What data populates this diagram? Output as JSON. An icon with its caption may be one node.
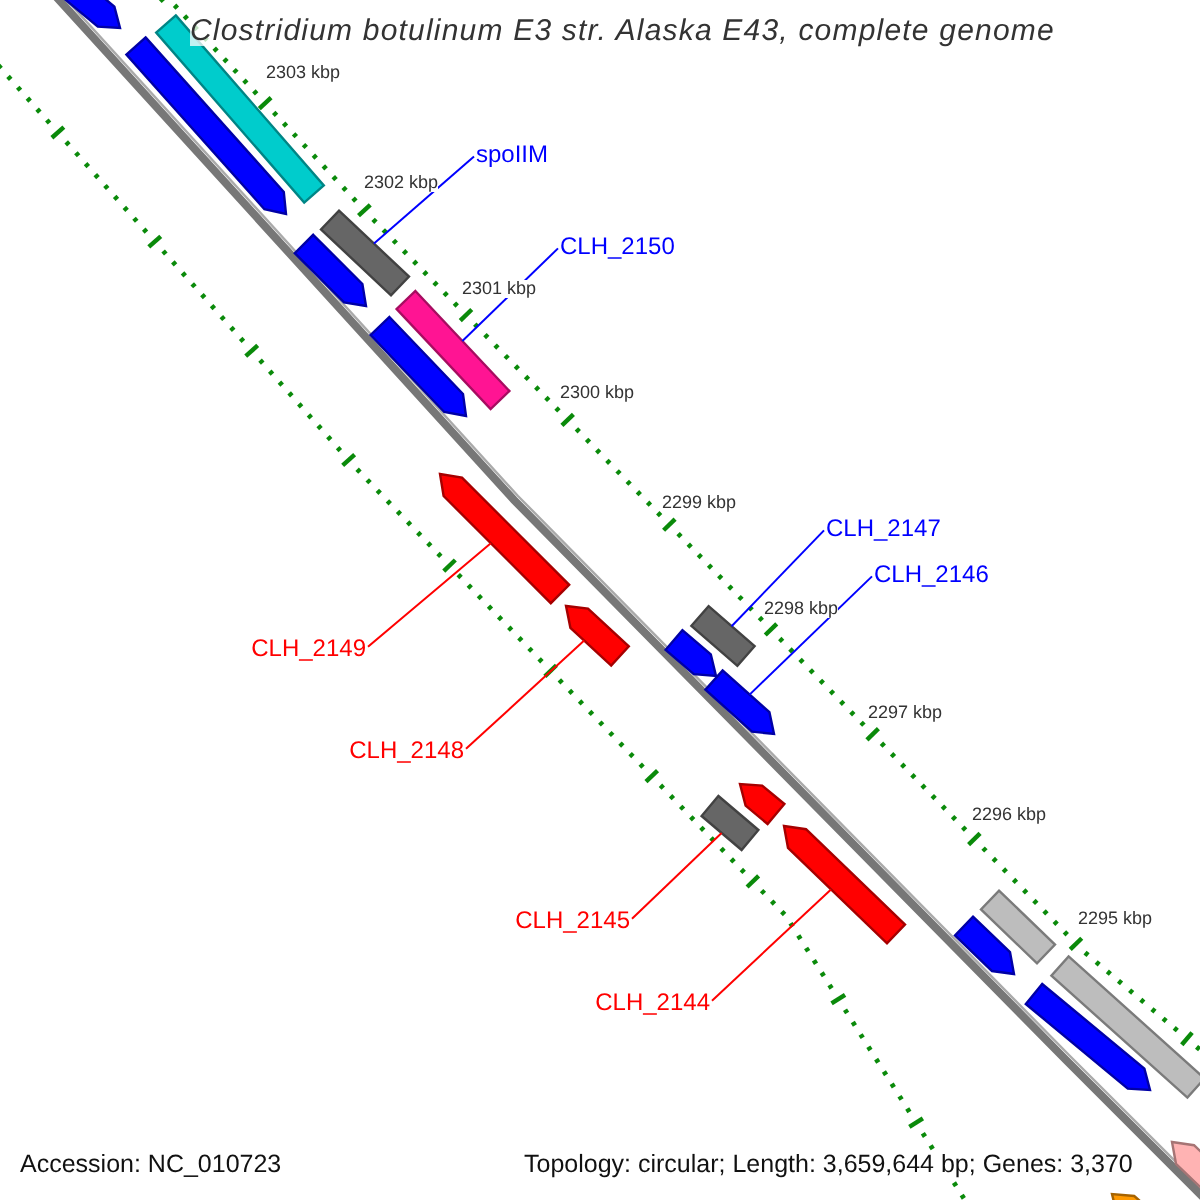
{
  "diagram": {
    "title": "Clostridium botulinum E3 str. Alaska E43, complete genome",
    "nodes": [
      {
        "text": [
          "spoIIM"
        ]
      },
      {
        "text": [],
        "shape": "bar"
      },
      {
        "text": [
          "CLH_2150"
        ]
      },
      {
        "text": [],
        "shape": "bar"
      },
      {
        "text": [
          "CLH_2147"
        ]
      },
      {
        "text": [],
        "shape": "bar"
      },
      {
        "text": [
          "CLH_2146"
        ]
      },
      {
        "text": [],
        "shape": "bar"
      },
      {
        "text": [
          "CLH_2149"
        ]
      },
      {
        "text": [],
        "shape": "bar"
      },
      {
        "text": [
          "CLH_2148"
        ]
      },
      {
        "text": [],
        "shape": "bar"
      },
      {
        "text": [
          "CLH_2145"
        ]
      },
      {
        "text": [],
        "shape": "bar"
      },
      {
        "text": [
          "CLH_2144"
        ]
      },
      {
        "text": [],
        "shape": "bar"
      },
      {
        "text": [],
        "shape": "bar"
      },
      {
        "text": [],
        "shape": "bar"
      },
      {
        "text": [],
        "shape": "bar"
      },
      {
        "text": [],
        "shape": "bar"
      },
      {
        "text": [],
        "shape": "bar"
      },
      {
        "text": [],
        "shape": "bar"
      },
      {
        "text": [],
        "shape": "bar"
      },
      {
        "text": [],
        "shape": "bar"
      },
      {
        "text": [],
        "shape": "bar"
      },
      {
        "text": [],
        "shape": "bar"
      },
      {
        "text": [],
        "shape": "bar"
      },
      {
        "text": [],
        "shape": "bar"
      },
      {
        "text": [],
        "shape": "bar"
      }
    ],
    "edges": [
      {
        "from": 0,
        "to": 1,
        "arrow": "none",
        "color": "#0000ff"
      },
      {
        "from": 2,
        "to": 3,
        "arrow": "none",
        "color": "#0000ff"
      },
      {
        "from": 4,
        "to": 5,
        "arrow": "none",
        "color": "#0000ff"
      },
      {
        "from": 6,
        "to": 7,
        "arrow": "none",
        "color": "#0000ff"
      },
      {
        "from": 8,
        "to": 9,
        "arrow": "none",
        "color": "#ff0000"
      },
      {
        "from": 10,
        "to": 11,
        "arrow": "none",
        "color": "#ff0000"
      },
      {
        "from": 12,
        "to": 13,
        "arrow": "none",
        "color": "#ff0000"
      },
      {
        "from": 14,
        "to": 15,
        "arrow": "none",
        "color": "#ff0000"
      }
    ],
    "labels": [
      "2303 kbp",
      "2302 kbp",
      "2301 kbp",
      "2300 kbp",
      "2299 kbp",
      "2298 kbp",
      "2297 kbp",
      "2296 kbp",
      "2295 kbp",
      "Accession: NC_010723",
      "Topology: circular; Length: 3,659,644 bp; Genes: 3,370"
    ]
  }
}
